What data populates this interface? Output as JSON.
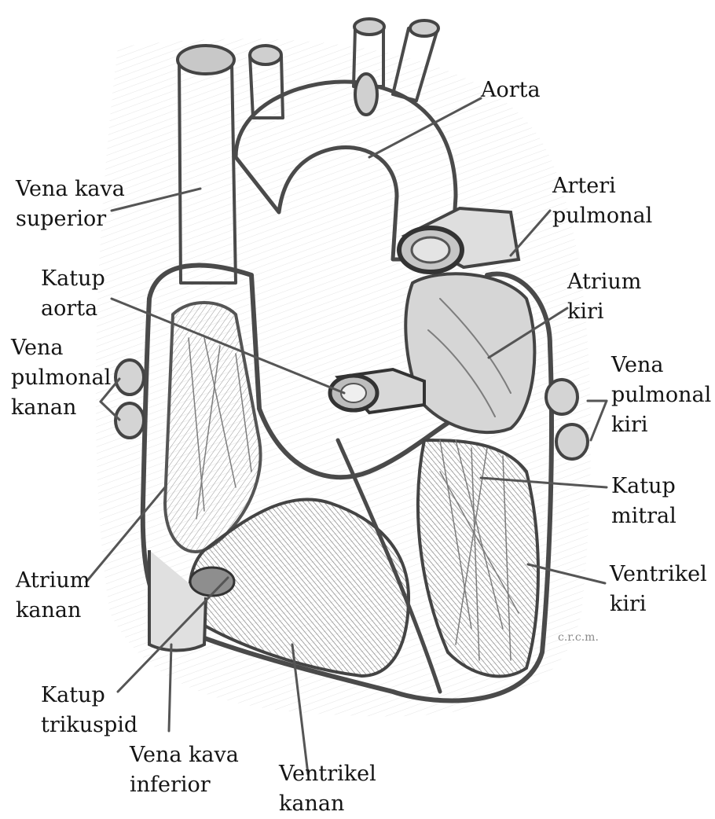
{
  "labels": {
    "aorta": "Aorta",
    "vena_kava_superior": [
      "Vena kava",
      "superior"
    ],
    "arteri_pulmonal": [
      "Arteri",
      "pulmonal"
    ],
    "katup_aorta": [
      "Katup",
      "aorta"
    ],
    "atrium_kiri": [
      "Atrium",
      "kiri"
    ],
    "vena_pulmonal_kanan": [
      "Vena",
      "pulmonal",
      "kanan"
    ],
    "vena_pulmonal_kiri": [
      "Vena",
      "pulmonal",
      "kiri"
    ],
    "katup_mitral": [
      "Katup",
      "mitral"
    ],
    "atrium_kanan": [
      "Atrium",
      "kanan"
    ],
    "ventrikel_kiri": [
      "Ventrikel",
      "kiri"
    ],
    "katup_trikuspid": [
      "Katup",
      "trikuspid"
    ],
    "vena_kava_inferior": [
      "Vena kava",
      "inferior"
    ],
    "ventrikel_kanan": [
      "Ventrikel",
      "kanan"
    ]
  },
  "signature": "c.r.c.m."
}
